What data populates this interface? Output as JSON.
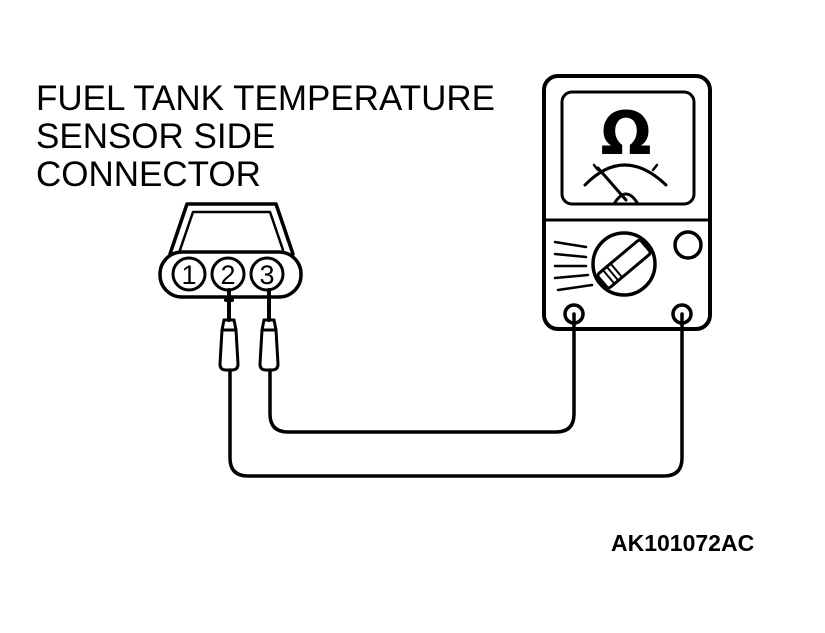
{
  "title": {
    "lines": [
      "FUEL TANK TEMPERATURE",
      "SENSOR SIDE",
      "CONNECTOR"
    ]
  },
  "connector": {
    "pins": [
      "1",
      "2",
      "3"
    ]
  },
  "meter": {
    "symbol": "Ω"
  },
  "figure_code": "AK101072AC",
  "colors": {
    "line": "#000000",
    "background": "#ffffff"
  }
}
